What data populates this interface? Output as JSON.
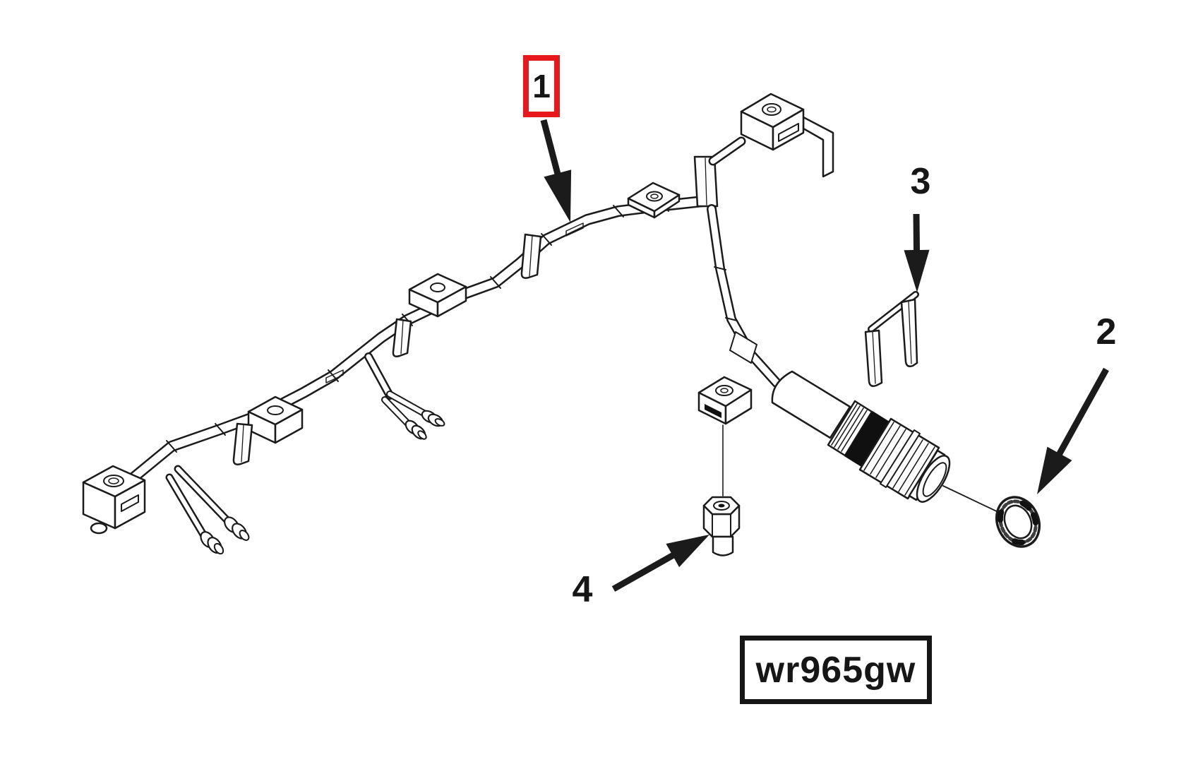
{
  "diagram": {
    "background": "#ffffff",
    "ink_color": "#1b1b1b",
    "highlight_color": "#e8191c",
    "part_code": "wr965gw",
    "callouts": [
      {
        "label": "1",
        "highlighted": true
      },
      {
        "label": "2",
        "highlighted": false
      },
      {
        "label": "3",
        "highlighted": false
      },
      {
        "label": "4",
        "highlighted": false
      }
    ]
  }
}
